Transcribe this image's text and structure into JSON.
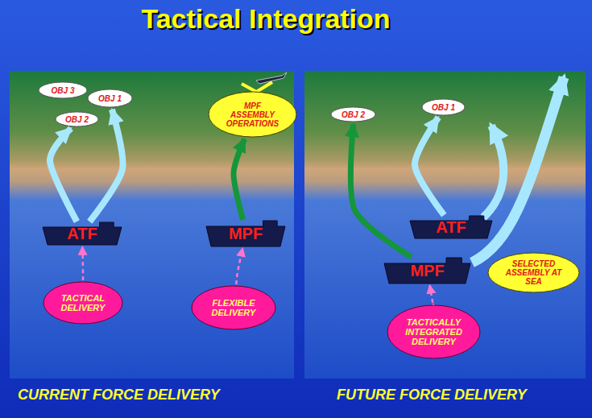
{
  "diagram": {
    "title": "Tactical Integration",
    "nodes": [
      {
        "text": [
          "OBJ 3"
        ]
      },
      {
        "text": [
          "OBJ 1"
        ]
      },
      {
        "text": [
          "OBJ 2"
        ]
      },
      {
        "text": [
          "MPF ASSEMBLY OPERATIONS"
        ]
      },
      {
        "text": [
          "ATF"
        ]
      },
      {
        "text": [
          "MPF"
        ]
      },
      {
        "text": [
          "TACTICAL DELIVERY"
        ]
      },
      {
        "text": [
          "FLEXIBLE DELIVERY"
        ]
      },
      {
        "text": [
          "OBJ 2"
        ]
      },
      {
        "text": [
          "OBJ 1"
        ]
      },
      {
        "text": [
          "ATF"
        ]
      },
      {
        "text": [
          "MPF"
        ]
      },
      {
        "text": [
          "SELECTED ASSEMBLY AT SEA"
        ]
      },
      {
        "text": [
          "TACTICALLY INTEGRATED DELIVERY"
        ]
      }
    ],
    "edges": [
      {
        "from": 4,
        "to": 2,
        "arrow": "to"
      },
      {
        "from": 4,
        "to": 1,
        "arrow": "to"
      },
      {
        "from": 5,
        "to": 3,
        "arrow": "to"
      },
      {
        "from": 6,
        "to": 4,
        "arrow": "to"
      },
      {
        "from": 7,
        "to": 5,
        "arrow": "to"
      },
      {
        "from": 11,
        "to": 8,
        "arrow": "to"
      },
      {
        "from": 10,
        "to": 9,
        "arrow": "to"
      },
      {
        "from": 13,
        "to": 11,
        "arrow": "to"
      }
    ],
    "labels": [
      "CURRENT FORCE DELIVERY",
      "FUTURE FORCE DELIVERY"
    ]
  }
}
